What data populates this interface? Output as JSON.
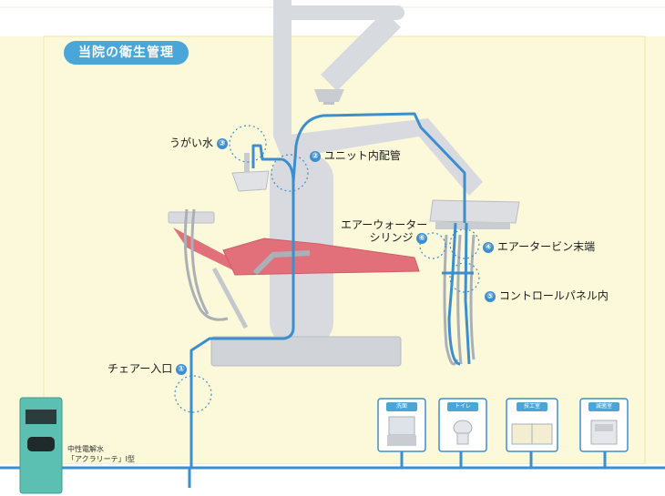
{
  "title": "当院の衛生管理",
  "points": [
    {
      "num": "①",
      "label": "チェアー入口"
    },
    {
      "num": "②",
      "label": "ユニット内配管"
    },
    {
      "num": "③",
      "label": "うがい水"
    },
    {
      "num": "④",
      "label": "エアータービン末端"
    },
    {
      "num": "⑤",
      "label": "コントロールパネル内"
    },
    {
      "num": "⑥",
      "label_line1": "エアーウォーター",
      "label_line2": "シリンジ"
    }
  ],
  "device": {
    "line1": "中性電解水",
    "line2": "「アクラリーテ」I型"
  },
  "rooms": [
    "洗面",
    "トイレ",
    "技工室",
    "滅菌室"
  ],
  "colors": {
    "pipe": "#3c8fcf",
    "background": "#fbf9d9",
    "chair": "#e2707a",
    "device": "#5bbfb1"
  }
}
